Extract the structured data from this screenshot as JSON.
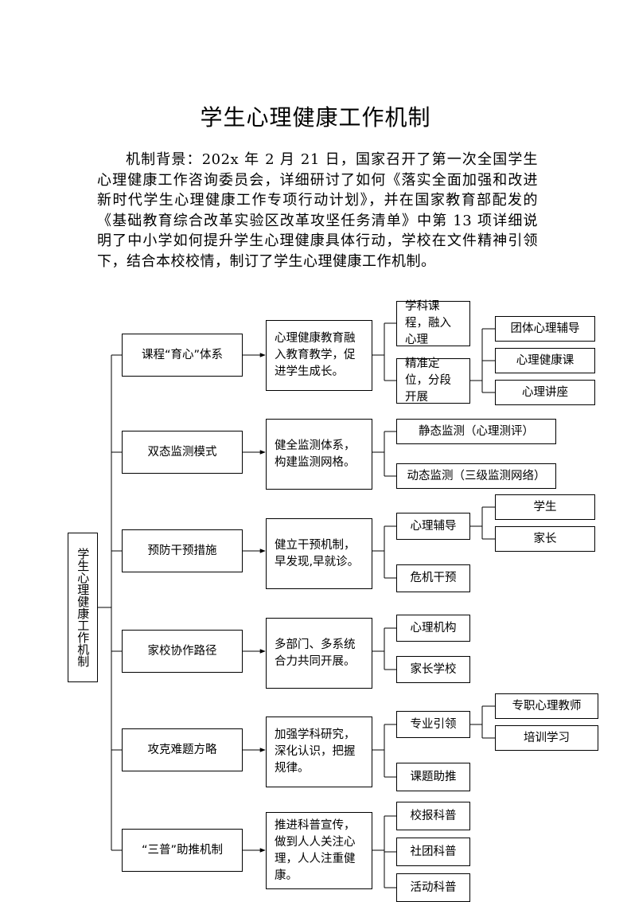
{
  "title": "学生心理健康工作机制",
  "background": "机制背景：202x 年 2 月 21 日，国家召开了第一次全国学生心理健康工作咨询委员会，详细研讨了如何《落实全面加强和改进新时代学生心理健康工作专项行动计划》，并在国家教育部配发的《基础教育综合改革实验区改革攻坚任务清单》中第 13 项详细说明了中小学如何提升学生心理健康具体行动，学校在文件精神引领下，结合本校校情，制订了学生心理健康工作机制。",
  "chart": {
    "root": "学生心理健康工作机制",
    "branches": [
      {
        "name": "课程“育心”体系",
        "goal": "心理健康教育融入教育教学，促进学生成长。",
        "items": [
          {
            "label": "学科课程，融入心理",
            "sub": []
          },
          {
            "label": "精准定位，分段开展",
            "sub": [
              "团体心理辅导",
              "心理健康课",
              "心理讲座"
            ]
          }
        ]
      },
      {
        "name": "双态监测模式",
        "goal": "健全监测体系，构建监测网格。",
        "items": [
          {
            "label": "静态监测（心理测评）",
            "sub": []
          },
          {
            "label": "动态监测（三级监测网络）",
            "sub": []
          }
        ]
      },
      {
        "name": "预防干预措施",
        "goal": "健立干预机制，早发现,早就诊。",
        "items": [
          {
            "label": "心理辅导",
            "sub": [
              "学生",
              "家长"
            ]
          },
          {
            "label": "危机干预",
            "sub": []
          }
        ]
      },
      {
        "name": "家校协作路径",
        "goal": "多部门、多系统合力共同开展。",
        "items": [
          {
            "label": "心理机构",
            "sub": []
          },
          {
            "label": "家长学校",
            "sub": []
          }
        ]
      },
      {
        "name": "攻克难题方略",
        "goal": "加强学科研究，深化认识，把握规律。",
        "items": [
          {
            "label": "专业引领",
            "sub": [
              "专职心理教师",
              "培训学习"
            ]
          },
          {
            "label": "课题助推",
            "sub": []
          }
        ]
      },
      {
        "name": "“三普”助推机制",
        "goal": "推进科普宣传，做到人人关注心理，人人注重健康。",
        "items": [
          {
            "label": "校报科普",
            "sub": []
          },
          {
            "label": "社团科普",
            "sub": []
          },
          {
            "label": "活动科普",
            "sub": []
          }
        ]
      }
    ]
  }
}
